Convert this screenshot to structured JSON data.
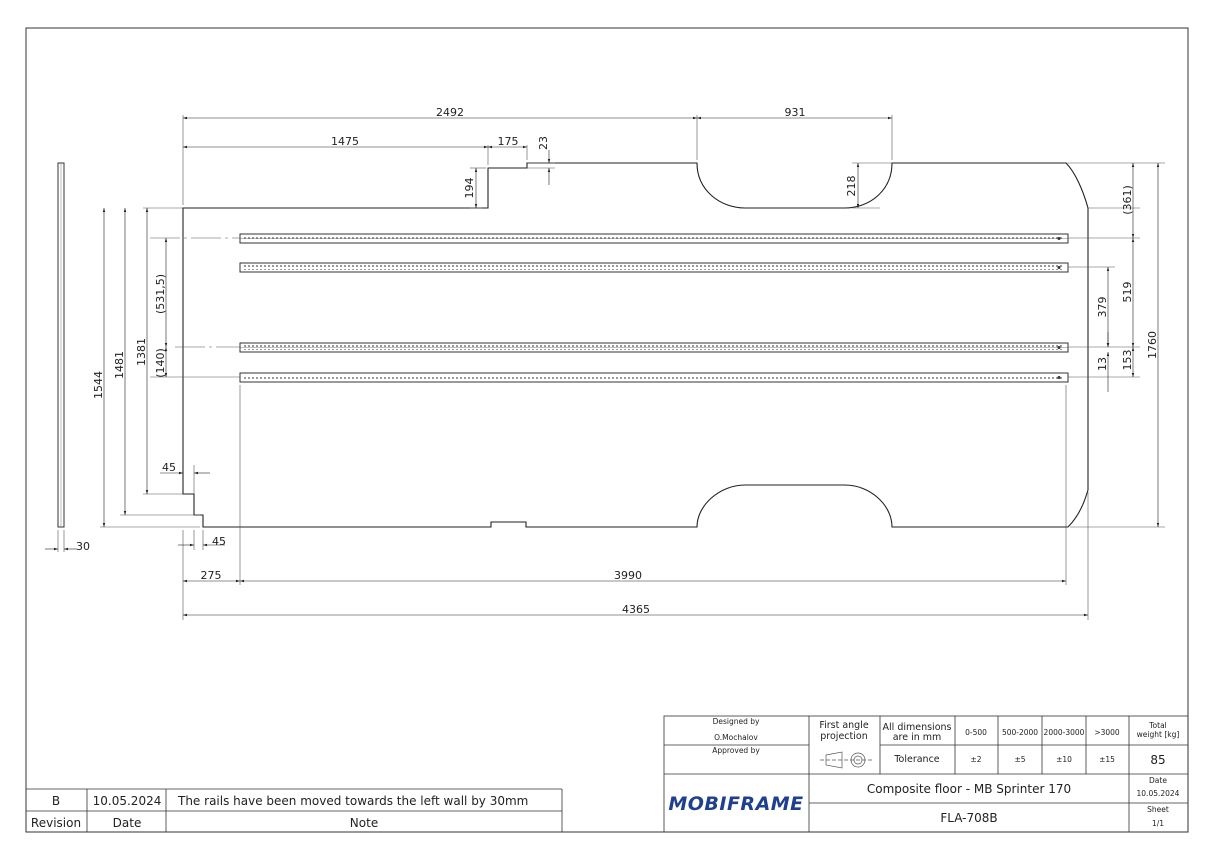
{
  "drawing": {
    "dimensions": {
      "d2492": "2492",
      "d931": "931",
      "d1475": "1475",
      "d175": "175",
      "d23": "23",
      "d194": "194",
      "d218": "218",
      "d361": "(361)",
      "d519": "519",
      "d379": "379",
      "d13": "13",
      "d153": "153",
      "d1760": "1760",
      "d1544": "1544",
      "d1481": "1481",
      "d1381": "1381",
      "d531_5": "(531,5)",
      "d140": "(140)",
      "d45_top": "45",
      "d45_bottom": "45",
      "d30": "30",
      "d275": "275",
      "d3990": "3990",
      "d4365": "4365"
    }
  },
  "title_block": {
    "designed_by_label": "Designed by",
    "designer": "O.Mochalov",
    "approved_by_label": "Approved by",
    "projection_label_1": "First angle",
    "projection_label_2": "projection",
    "units_label_1": "All dimensions",
    "units_label_2": "are in mm",
    "tolerance_label": "Tolerance",
    "ranges": [
      "0-500",
      "500-2000",
      "2000-3000",
      ">3000"
    ],
    "tolerances": [
      "±2",
      "±5",
      "±10",
      "±15"
    ],
    "weight_label_1": "Total",
    "weight_label_2": "weight [kg]",
    "weight_value": "85",
    "logo": "MOBIFRAME",
    "title": "Composite floor - MB Sprinter 170",
    "date_label": "Date",
    "date_value": "10.05.2024",
    "drawing_number": "FLA-708B",
    "sheet_label": "Sheet",
    "sheet_value": "1/1"
  },
  "revisions": {
    "rows": [
      {
        "revision": "B",
        "date": "10.05.2024",
        "note": "The rails have been moved towards the left wall by 30mm"
      }
    ],
    "headers": {
      "revision": "Revision",
      "date": "Date",
      "note": "Note"
    }
  }
}
